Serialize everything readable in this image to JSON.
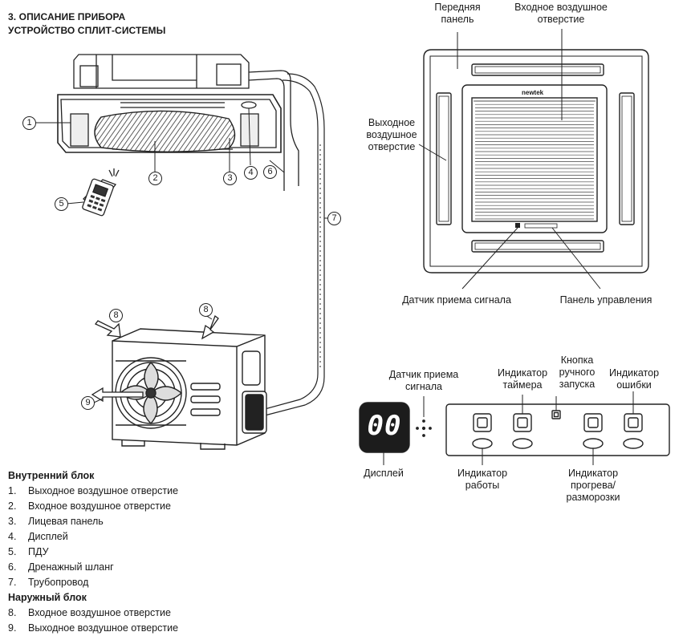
{
  "header": {
    "line1": "3. ОПИСАНИЕ ПРИБОРА",
    "line2": "УСТРОЙСТВО СПЛИТ-СИСТЕМЫ"
  },
  "callouts": [
    "1",
    "2",
    "3",
    "4",
    "5",
    "6",
    "7",
    "8",
    "8",
    "9"
  ],
  "panel_labels": {
    "front_panel": [
      "Передняя",
      "панель"
    ],
    "air_inlet": [
      "Входное воздушное",
      "отверстие"
    ],
    "air_outlet": [
      "Выходное",
      "воздушное",
      "отверстие"
    ],
    "signal_sensor": "Датчик приема сигнала",
    "control_panel": "Панель управления",
    "brand": "newtek"
  },
  "control_labels": {
    "signal_sensor": [
      "Датчик приема",
      "сигнала"
    ],
    "timer": [
      "Индикатор",
      "таймера"
    ],
    "manual_start": [
      "Кнопка",
      "ручного",
      "запуска"
    ],
    "error": [
      "Индикатор",
      "ошибки"
    ],
    "display": "Дисплей",
    "run": [
      "Индикатор",
      "работы"
    ],
    "defrost": [
      "Индикатор",
      "прогрева/",
      "разморозки"
    ],
    "display_value": "00"
  },
  "legend": {
    "indoor_title": "Внутренний блок",
    "indoor_items": [
      {
        "n": "1.",
        "t": "Выходное воздушное отверстие"
      },
      {
        "n": "2.",
        "t": "Входное воздушное отверстие"
      },
      {
        "n": "3.",
        "t": "Лицевая панель"
      },
      {
        "n": "4.",
        "t": "Дисплей"
      },
      {
        "n": "5.",
        "t": "ПДУ"
      },
      {
        "n": "6.",
        "t": "Дренажный шланг"
      },
      {
        "n": "7.",
        "t": "Трубопровод"
      }
    ],
    "outdoor_title": "Наружный блок",
    "outdoor_items": [
      {
        "n": "8.",
        "t": "Входное воздушное отверстие"
      },
      {
        "n": "9.",
        "t": "Выходное воздушное отверстие"
      }
    ]
  }
}
